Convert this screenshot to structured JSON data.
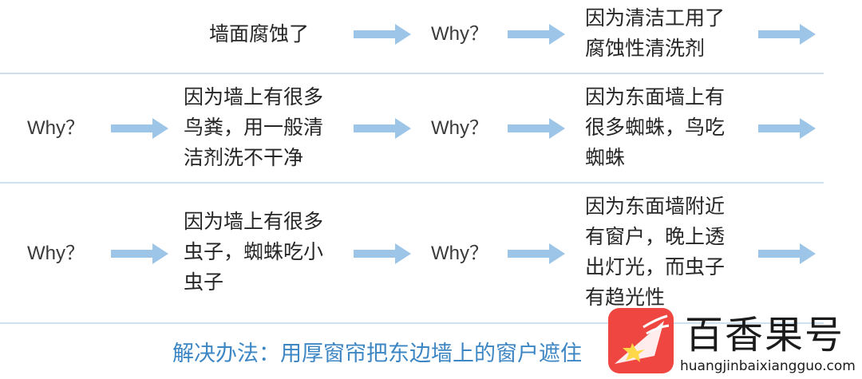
{
  "rows": [
    {
      "cells": [
        {
          "text": ""
        },
        {
          "text": "墙面腐蚀了"
        },
        {
          "text": "Why？"
        },
        {
          "text": "因为清洁工用了\n腐蚀性清洗剂"
        }
      ]
    },
    {
      "cells": [
        {
          "text": "Why？"
        },
        {
          "text": "因为墙上有很多\n鸟粪，用一般清\n洁剂洗不干净"
        },
        {
          "text": "Why？"
        },
        {
          "text": "因为东面墙上有\n很多蜘蛛，鸟吃\n蜘蛛"
        }
      ]
    },
    {
      "cells": [
        {
          "text": "Why？"
        },
        {
          "text": "因为墙上有很多\n虫子，蜘蛛吃小\n虫子"
        },
        {
          "text": "Why？"
        },
        {
          "text": "因为东面墙附近\n有窗户，晚上透\n出灯光，而虫子\n有趋光性"
        }
      ]
    }
  ],
  "solution": "解决办法：用厚窗帘把东边墙上的窗户遮住",
  "watermark": {
    "brand": "百香果号",
    "url": "huangjinbaixiangguo.com",
    "logo_icon": "passion-fruit-logo-icon"
  },
  "colors": {
    "arrow": "#9cc5e8",
    "rule": "#cfe1ef",
    "solution_text": "#3d86c4",
    "logo_bg": "#f04641"
  }
}
